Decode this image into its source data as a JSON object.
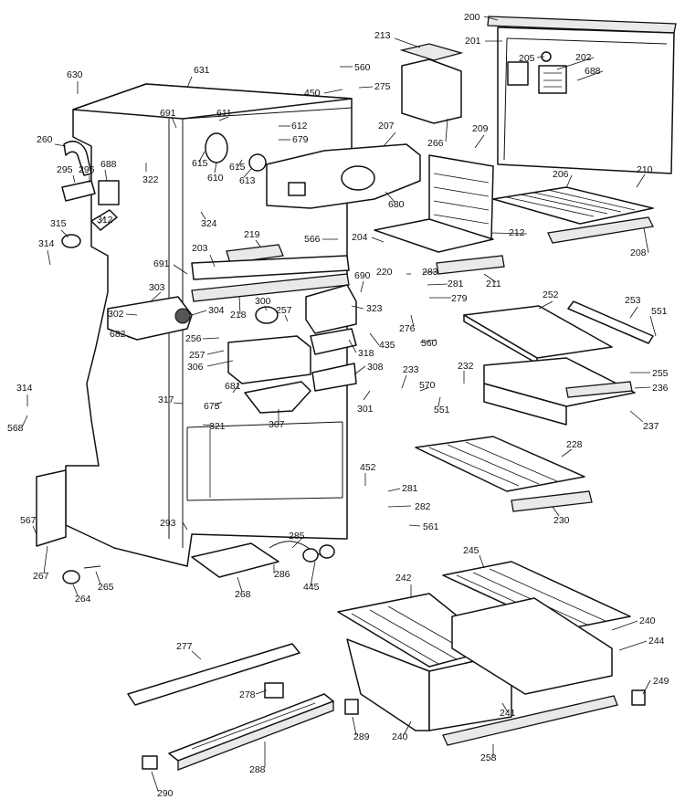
{
  "labels": [
    "200",
    "201",
    "205",
    "202",
    "688",
    "213",
    "560",
    "275",
    "450",
    "266",
    "209",
    "206",
    "210",
    "208",
    "212",
    "204",
    "211",
    "220",
    "283",
    "281",
    "279",
    "276",
    "560",
    "252",
    "253",
    "551",
    "255",
    "236",
    "237",
    "630",
    "631",
    "691",
    "611",
    "612",
    "679",
    "207",
    "260",
    "296",
    "688",
    "295",
    "322",
    "615",
    "610",
    "613",
    "615",
    "680",
    "324",
    "315",
    "312",
    "314",
    "219",
    "566",
    "203",
    "691",
    "690",
    "323",
    "218",
    "300",
    "257",
    "303",
    "302",
    "304",
    "682",
    "256",
    "257",
    "306",
    "318",
    "435",
    "308",
    "233",
    "232",
    "570",
    "551",
    "314",
    "568",
    "317",
    "675",
    "681",
    "321",
    "307",
    "301",
    "228",
    "230",
    "452",
    "281",
    "282",
    "561",
    "293",
    "285",
    "286",
    "445",
    "567",
    "267",
    "264",
    "265",
    "268",
    "245",
    "242",
    "240",
    "244",
    "277",
    "278",
    "249",
    "289",
    "241",
    "240",
    "258",
    "288",
    "290"
  ]
}
